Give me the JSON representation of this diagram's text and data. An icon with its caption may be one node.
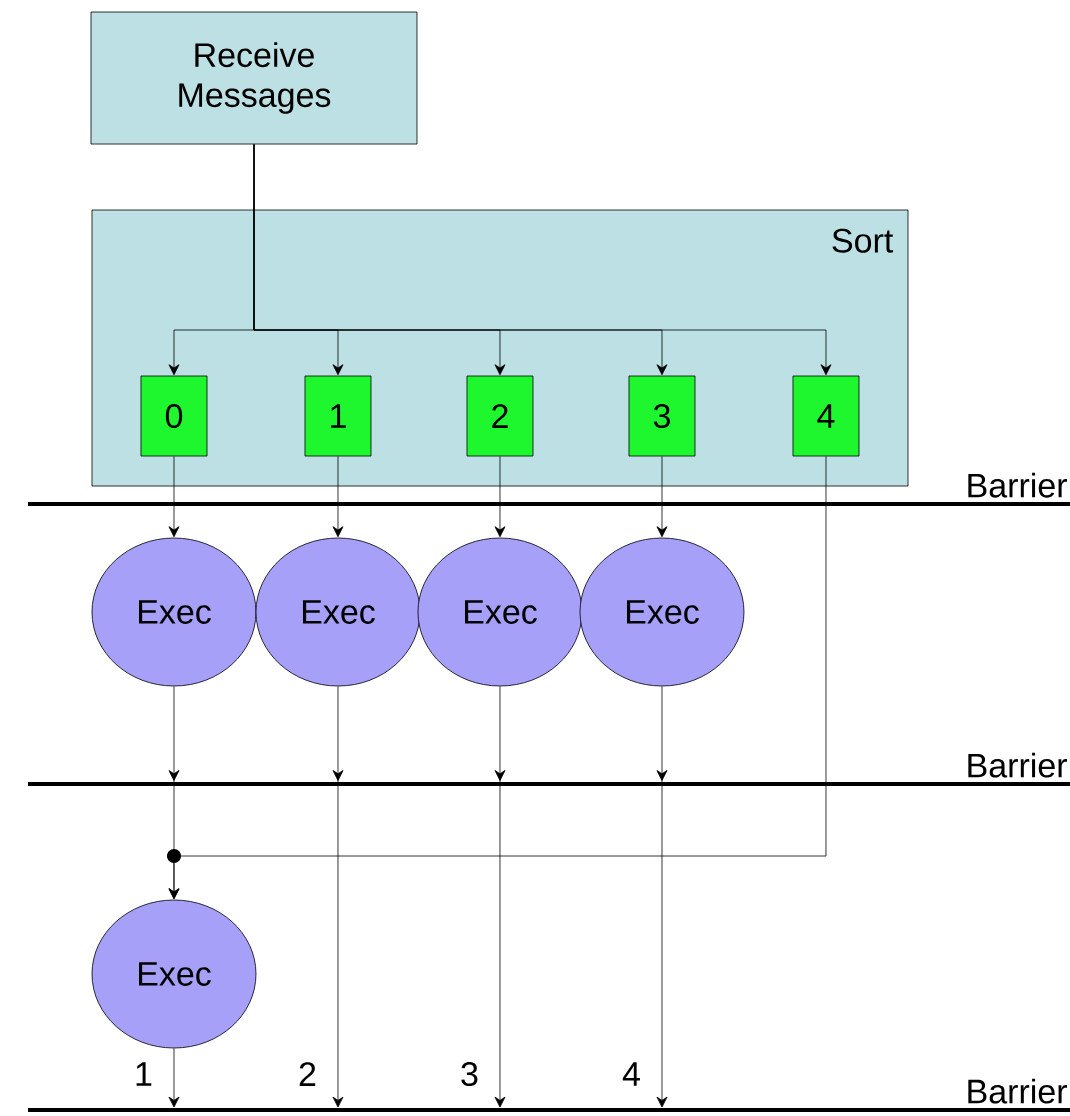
{
  "diagram": {
    "nodes": [
      {
        "text": [
          "Receive Messages"
        ]
      },
      {
        "text": [
          "Sort"
        ]
      },
      {
        "text": [
          "0"
        ],
        "in": 1
      },
      {
        "text": [
          "1"
        ],
        "in": 1
      },
      {
        "text": [
          "2"
        ],
        "in": 1
      },
      {
        "text": [
          "3"
        ],
        "in": 1
      },
      {
        "text": [
          "4"
        ],
        "in": 1
      },
      {
        "text": [
          "Exec"
        ]
      },
      {
        "text": [
          "Exec"
        ]
      },
      {
        "text": [
          "Exec"
        ]
      },
      {
        "text": [
          "Exec"
        ]
      },
      {
        "text": [
          "Exec"
        ]
      }
    ],
    "edges": [
      {
        "from": 0,
        "to": 2,
        "arrow": "to"
      },
      {
        "from": 0,
        "to": 3,
        "arrow": "to"
      },
      {
        "from": 0,
        "to": 4,
        "arrow": "to"
      },
      {
        "from": 0,
        "to": 5,
        "arrow": "to"
      },
      {
        "from": 0,
        "to": 6,
        "arrow": "to"
      },
      {
        "from": 2,
        "to": 7,
        "arrow": "to"
      },
      {
        "from": 3,
        "to": 8,
        "arrow": "to"
      },
      {
        "from": 4,
        "to": 9,
        "arrow": "to"
      },
      {
        "from": 5,
        "to": 10,
        "arrow": "to"
      },
      {
        "from": 7,
        "to": 11,
        "arrow": "to"
      },
      {
        "from": 6,
        "to": 11,
        "arrow": "to"
      },
      {
        "from": 11,
        "to": null,
        "arrow": "to",
        "label": "1"
      },
      {
        "from": 8,
        "to": null,
        "arrow": "to",
        "label": "2"
      },
      {
        "from": 9,
        "to": null,
        "arrow": "to",
        "label": "3"
      },
      {
        "from": 10,
        "to": null,
        "arrow": "to",
        "label": "4"
      }
    ],
    "labels": [
      "Barrier",
      "Barrier",
      "Barrier"
    ]
  }
}
